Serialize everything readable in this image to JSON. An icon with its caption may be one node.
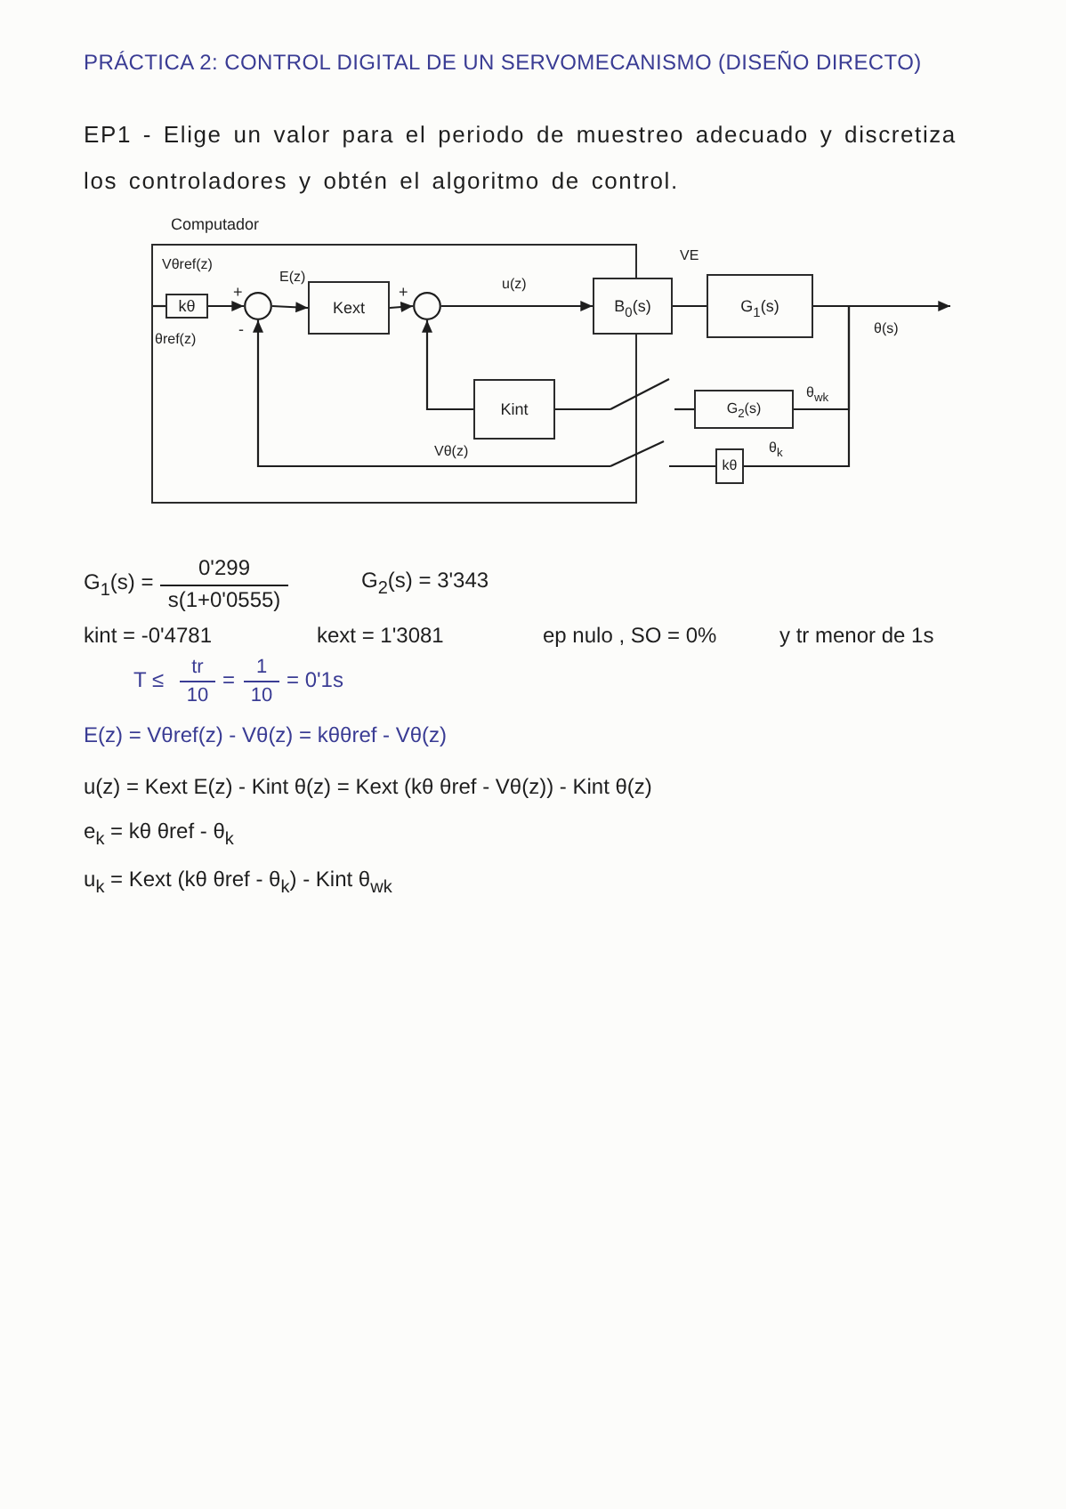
{
  "diagram": {
    "title": "PRÁCTICA 2: CONTROL DIGITAL DE UN SERVOMECANISMO (DISEÑO DIRECTO)",
    "nodes": [
      {
        "text": [
          "Computador"
        ]
      },
      {
        "text": [
          "kθ"
        ],
        "in": 0
      },
      {
        "text": [],
        "shape": "circle",
        "in": 0
      },
      {
        "text": [
          "Kext"
        ],
        "in": 0
      },
      {
        "text": [],
        "shape": "circle",
        "in": 0
      },
      {
        "text": [
          "B$_{0}$(s)"
        ]
      },
      {
        "text": [
          "G$_{1}$(s)"
        ]
      },
      {
        "text": [
          "Kint"
        ],
        "in": 0
      },
      {
        "text": [],
        "shape": "switch"
      },
      {
        "text": [
          "G$_{2}$(s)"
        ]
      },
      {
        "text": [],
        "shape": "switch"
      },
      {
        "text": [
          "kθ"
        ]
      }
    ],
    "edges": [
      {
        "from": null,
        "to": 1,
        "arrow": "none"
      },
      {
        "from": 1,
        "to": 2,
        "arrow": "to"
      },
      {
        "from": 2,
        "to": 3,
        "arrow": "to",
        "label": "E(z)"
      },
      {
        "from": 3,
        "to": 4,
        "arrow": "to"
      },
      {
        "from": 4,
        "to": 5,
        "arrow": "to",
        "label": "u(z)"
      },
      {
        "from": 5,
        "to": 6,
        "arrow": "none",
        "label": "VE"
      },
      {
        "from": 6,
        "to": null,
        "arrow": "to",
        "label": "θ(s)"
      },
      {
        "from": 7,
        "to": 4,
        "arrow": "to"
      },
      {
        "from": 6,
        "to": 9,
        "arrow": "none",
        "label": "θ$_{wk}$"
      },
      {
        "from": 6,
        "to": 11,
        "arrow": "none",
        "label": "θ$_{k}$"
      },
      {
        "from": 9,
        "to": 8,
        "arrow": "none"
      },
      {
        "from": 8,
        "to": 7,
        "arrow": "none"
      },
      {
        "from": 11,
        "to": 10,
        "arrow": "none"
      },
      {
        "from": 10,
        "to": 2,
        "arrow": "to",
        "label": "Vθ(z)"
      }
    ],
    "labels": [
      "EP1 - Elige un valor para el periodo de muestreo adecuado y discretiza los controladores y obtén el algoritmo de control.",
      "Vθref(z)",
      "+",
      "-",
      "+",
      "θref(z)",
      "G$_{1}$(s) =",
      "0'299",
      "s(1+0'0555)",
      "G$_{2}$(s) = 3'343",
      "kint = -0'4781",
      "kext = 1'3081",
      "ep nulo , SO = 0%",
      "y tr menor de 1s",
      "T ≤",
      "tr",
      "10",
      "=",
      "1",
      "10",
      "= 0'1s",
      "E(z) = Vθref(z) - Vθ(z) = kθθref - Vθ(z)",
      "u(z) = Kext E(z) - Kint θ(z) = Kext (kθ θref - Vθ(z)) - Kint θ(z)",
      "e$_{k}$ = kθ θref - θ$_{k}$",
      "u$_{k}$ = Kext (kθ θref - θ$_{k}$) - Kint θ$_{wk}$"
    ]
  }
}
